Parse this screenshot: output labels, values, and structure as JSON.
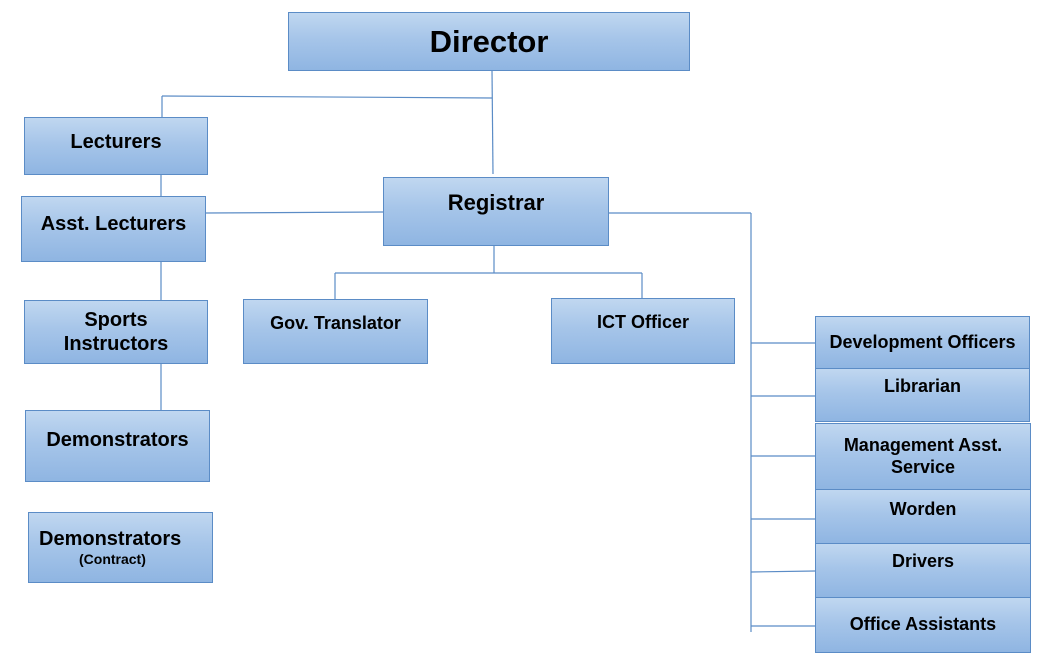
{
  "chart": {
    "director": "Director",
    "registrar": "Registrar",
    "left_column": {
      "lecturers": "Lecturers",
      "asst_lecturers": "Asst. Lecturers",
      "sports_instructors_line1": "Sports",
      "sports_instructors_line2": "Instructors",
      "demonstrators": "Demonstrators",
      "demonstrators_contract": "Demonstrators",
      "demonstrators_contract_sub": "(Contract)"
    },
    "registrar_children": {
      "gov_translator": "Gov. Translator",
      "ict_officer": "ICT Officer"
    },
    "right_column": {
      "development_officers": "Development Officers",
      "librarian": "Librarian",
      "management_asst_line1": "Management Asst.",
      "management_asst_line2": "Service",
      "worden": "Worden",
      "drivers": "Drivers",
      "office_assistants": "Office Assistants"
    }
  },
  "colors": {
    "box_top": "#c0d7f0",
    "box_bottom": "#8fb5e2",
    "border": "#5b8cc6",
    "connector": "#5b8cc6"
  }
}
